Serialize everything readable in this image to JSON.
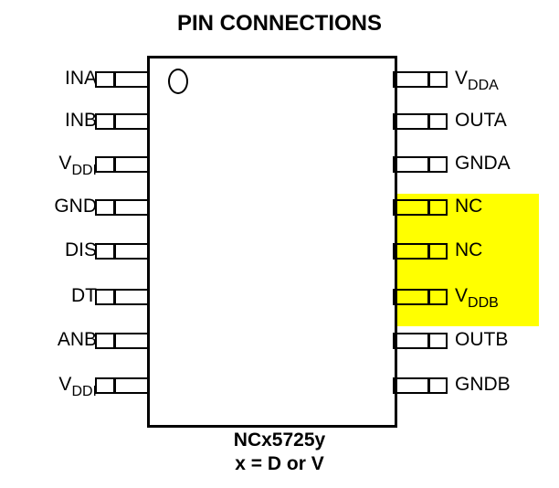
{
  "title": "PIN CONNECTIONS",
  "highlight_color": "#ffff00",
  "left_pins": [
    {
      "main": "INA",
      "sub": ""
    },
    {
      "main": "INB",
      "sub": ""
    },
    {
      "main": "V",
      "sub": "DDI"
    },
    {
      "main": "GND",
      "sub": ""
    },
    {
      "main": "DIS",
      "sub": ""
    },
    {
      "main": "DT",
      "sub": ""
    },
    {
      "main": "ANB",
      "sub": ""
    },
    {
      "main": "V",
      "sub": "DDI"
    }
  ],
  "right_pins": [
    {
      "main": "V",
      "sub": "DDA"
    },
    {
      "main": "OUTA",
      "sub": ""
    },
    {
      "main": "GNDA",
      "sub": ""
    },
    {
      "main": "NC",
      "sub": ""
    },
    {
      "main": "NC",
      "sub": ""
    },
    {
      "main": "V",
      "sub": "DDB"
    },
    {
      "main": "OUTB",
      "sub": ""
    },
    {
      "main": "GNDB",
      "sub": ""
    }
  ],
  "highlighted_right_pins": [
    4,
    5,
    6
  ],
  "caption": {
    "part": "NCx5725y",
    "note": "x = D or V"
  }
}
